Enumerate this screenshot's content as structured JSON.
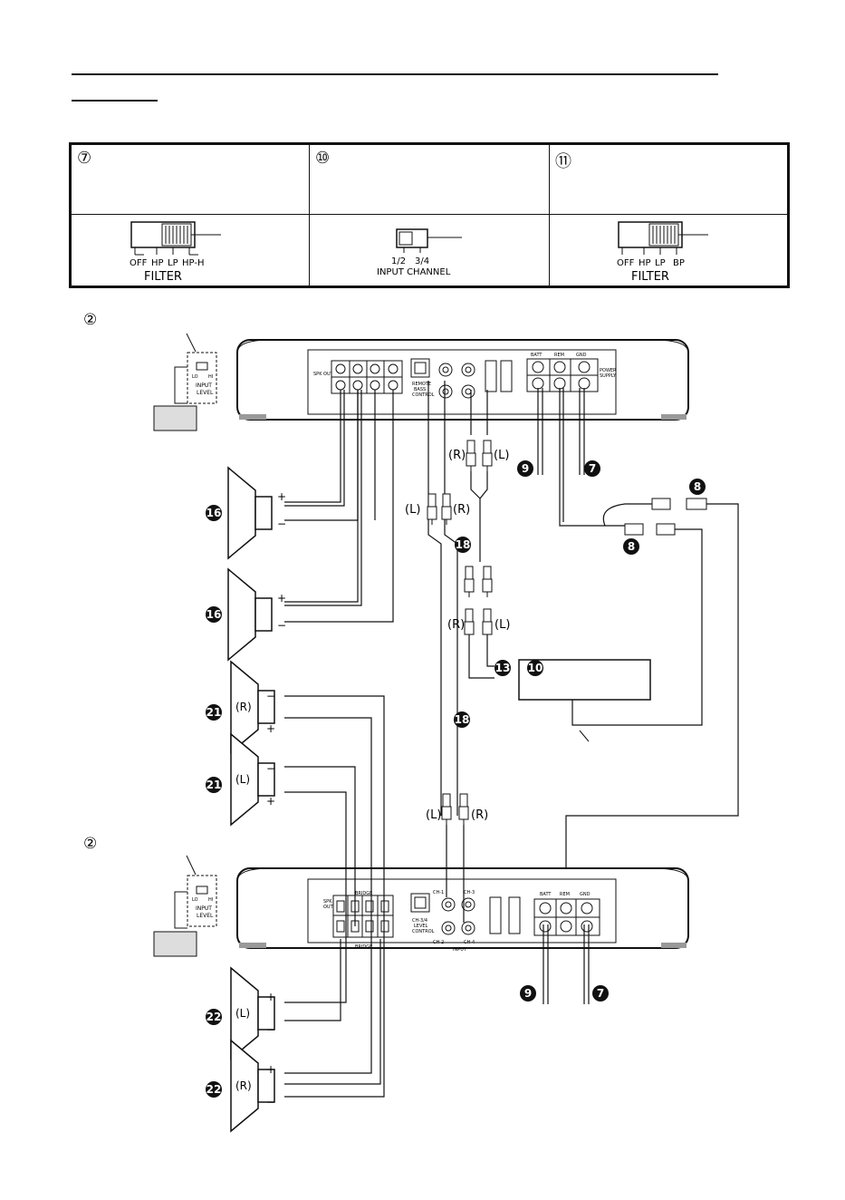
{
  "options": [
    {
      "num": "⑦",
      "filter_labels": [
        "OFF",
        "HP",
        "LP",
        "HP-H"
      ],
      "caption": "FILTER"
    },
    {
      "num": "⑩",
      "switch_labels": [
        "1/2",
        "3/4"
      ],
      "caption": "INPUT CHANNEL"
    },
    {
      "num": "⑪",
      "filter_labels": [
        "OFF",
        "HP",
        "LP",
        "BP"
      ],
      "caption": "FILTER"
    }
  ],
  "amps": [
    {
      "marker": "②",
      "input_level": {
        "label1": "INPUT",
        "label2": "LEVEL",
        "lo": "LO",
        "hi": "HI"
      },
      "spk_out": "SPK OUT",
      "remote": [
        "REMOTE",
        "BASS",
        "CONTROL"
      ],
      "power": [
        "POWER",
        "SUPPLY"
      ],
      "batt": "BATT",
      "rem": "REM",
      "gnd": "GND"
    },
    {
      "marker": "②",
      "input_level": {
        "label1": "INPUT",
        "label2": "LEVEL",
        "lo": "LO",
        "hi": "HI"
      },
      "spk_out": [
        "SPK",
        "OUT"
      ],
      "bridge": "BRIDGE",
      "remote": [
        "CH-3/4",
        "LEVEL",
        "CONTROL"
      ],
      "ch": [
        "CH-1",
        "CH-2",
        "CH-3",
        "CH-4"
      ],
      "input": "INPUT",
      "batt": "BATT",
      "rem": "REM",
      "gnd": "GND"
    }
  ],
  "callouts": {
    "c7": "7",
    "c8": "8",
    "c9": "9",
    "c10": "10",
    "c13": "13",
    "c16": "16",
    "c18": "18",
    "c21": "21",
    "c22": "22"
  },
  "channel_labels": {
    "L": "(L)",
    "R": "(R)"
  },
  "polarity": {
    "plus": "+",
    "minus": "−"
  }
}
